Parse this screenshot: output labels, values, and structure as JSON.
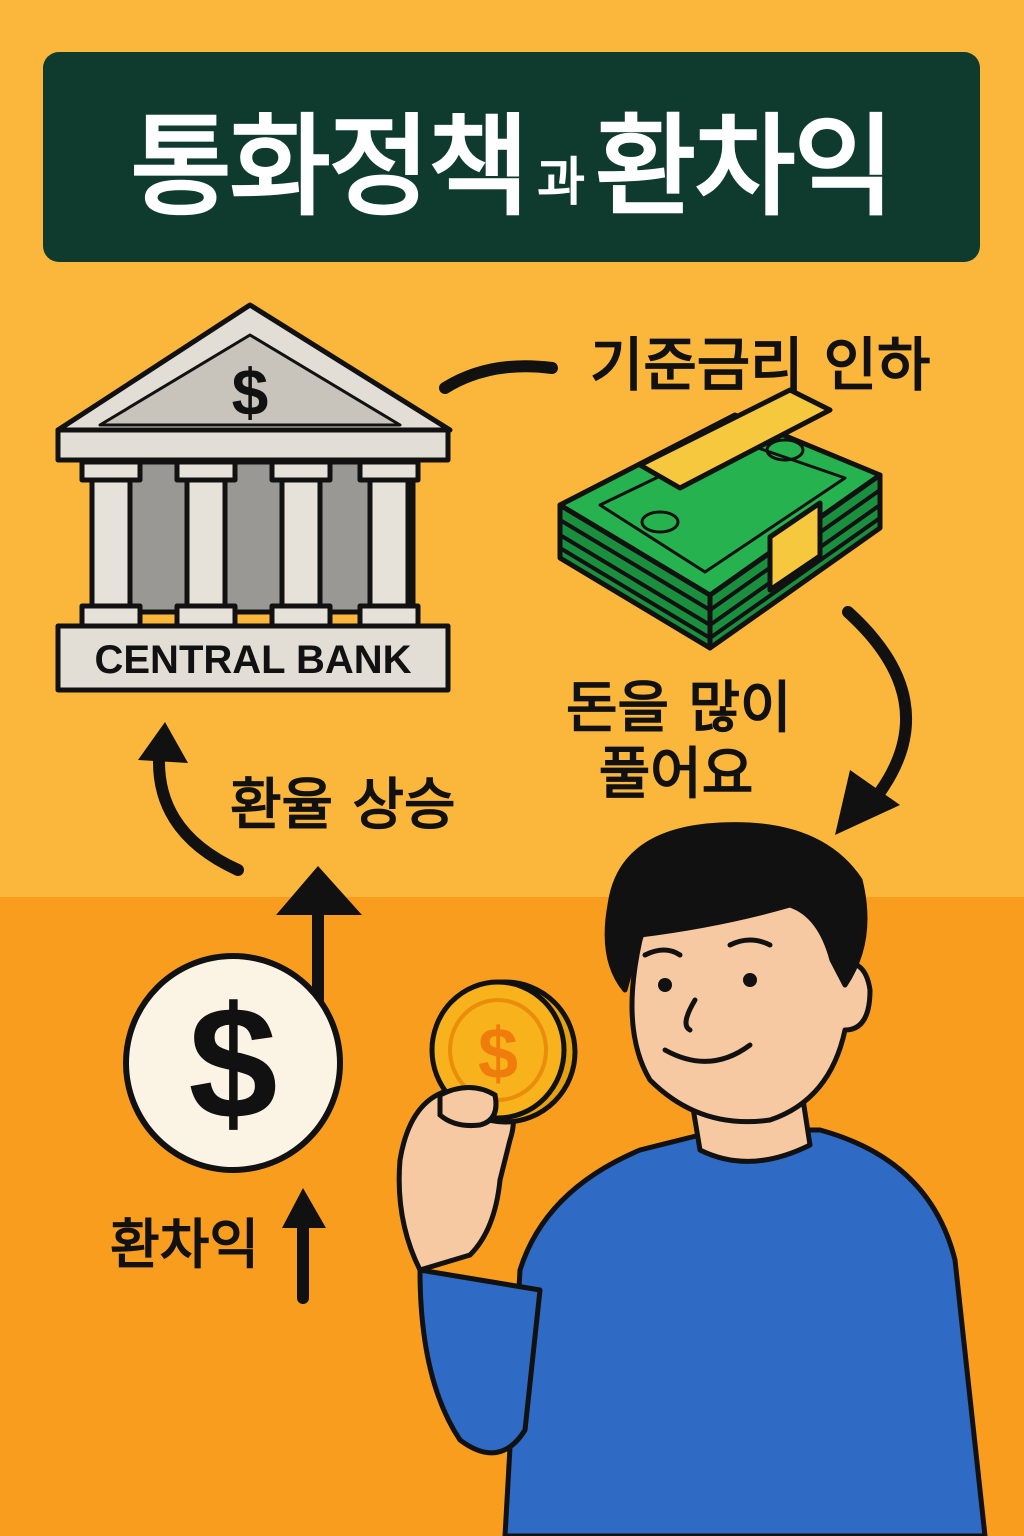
{
  "title": {
    "part1": "통화정책",
    "conj": "과",
    "part2": "환차익"
  },
  "labels": {
    "rate_cut": "기준금리 인하",
    "money_release_line1": "돈을 많이",
    "money_release_line2": "풀어요",
    "exchange_rate_rise": "환율 상승",
    "fx_gain": "환차익"
  },
  "bank": {
    "sign": "CENTRAL BANK",
    "pediment_symbol": "$"
  },
  "dollar_coin_symbol": "$",
  "held_coin_symbol": "$",
  "colors": {
    "background_top": "#fbb73b",
    "background_bottom": "#f99d1f",
    "title_box": "#0f3b2e",
    "money_green": "#1fa046",
    "shirt_blue": "#2f6bc4",
    "coin_gold": "#f7b21c"
  },
  "icons": [
    "bank-icon",
    "money-stack-icon",
    "dollar-coin-icon",
    "gold-coin-icon",
    "person-illustration",
    "arrow-icon"
  ]
}
